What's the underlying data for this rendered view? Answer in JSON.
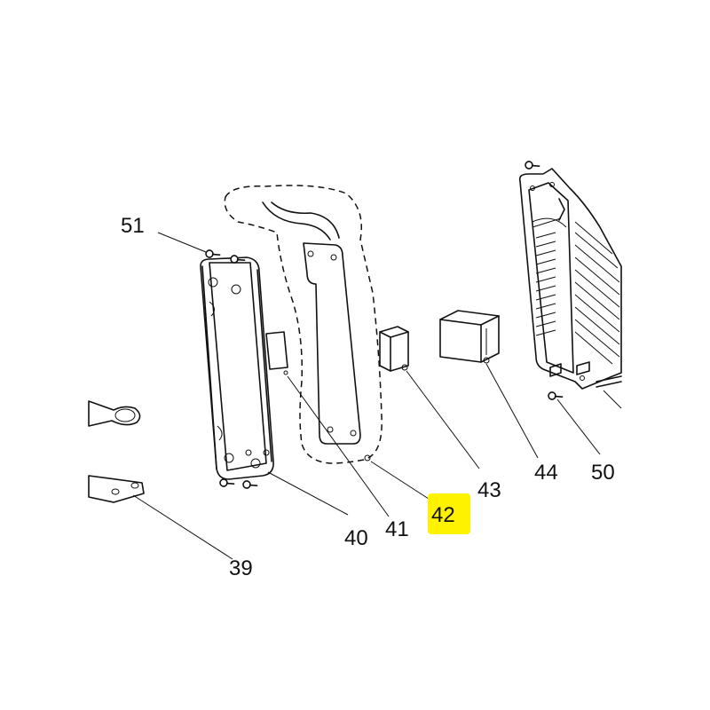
{
  "diagram": {
    "highlight_color": "#fff200",
    "line_color": "#111111",
    "labels": {
      "p39": "39",
      "p40": "40",
      "p41": "41",
      "p42": "42",
      "p43": "43",
      "p44": "44",
      "p50": "50",
      "p51": "51"
    },
    "highlighted_part": "42"
  }
}
